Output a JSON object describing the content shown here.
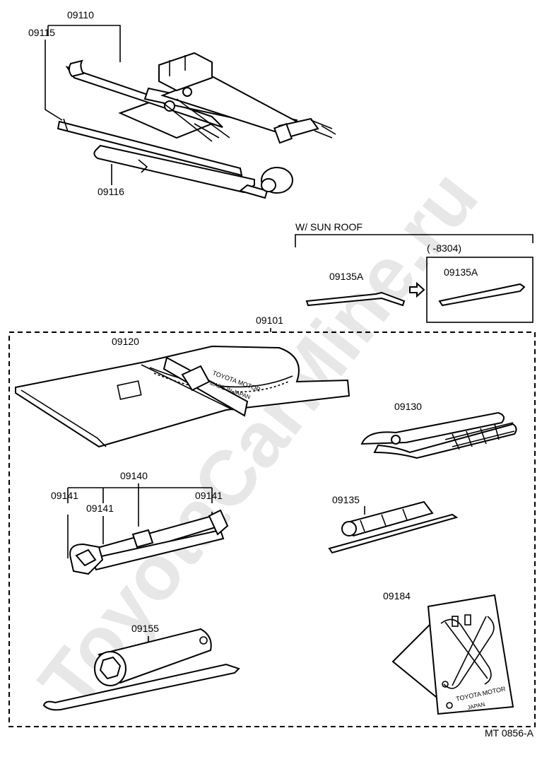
{
  "watermark": "ToyotaCarMine.ru",
  "labels": {
    "jack_assembly": "09110",
    "jack_handle": "09115",
    "wheel_wrench": "09116",
    "sun_roof_condition": "W/ SUN  ROOF",
    "date_range": "(      -8304)",
    "screwdriver_a_left": "09135A",
    "screwdriver_a_right": "09135A",
    "tool_kit_assembly": "09101",
    "tool_bag": "09120",
    "pliers": "09130",
    "wrench_set": "09140",
    "wrench_left": "09141",
    "wrench_middle": "09141",
    "wrench_right": "09141",
    "screwdriver": "09135",
    "plug_wrench": "09155",
    "warning_plate": "09184",
    "diagram_code": "MT  0856-A"
  },
  "imprints": {
    "bag_text_line1": "TOYOTA MOTOR",
    "bag_text_line2": "MADE IN JAPAN",
    "plate_text_line1": "TOYOTA MOTOR",
    "plate_text_line2": "JAPAN"
  },
  "icons": {
    "arrow": "arrow-right-icon"
  }
}
